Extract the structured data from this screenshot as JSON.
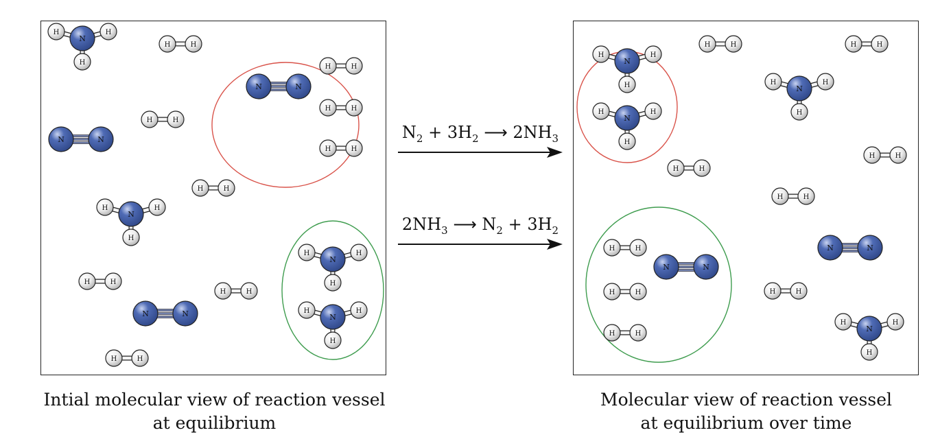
{
  "left_panel": {
    "caption_line1": "Intial molecular view of reaction vessel",
    "caption_line2": "at equilibrium"
  },
  "right_panel": {
    "caption_line1": "Molecular view of reaction vessel",
    "caption_line2": "at equilibrium over time"
  },
  "forward_reaction": {
    "reactant1_coeff": "",
    "reactant1_el": "N",
    "reactant1_sub": "2",
    "plus": "+",
    "reactant2_coeff": "3",
    "reactant2_el": "H",
    "reactant2_sub": "2",
    "product_coeff": "2",
    "product_el": "NH",
    "product_sub": "3"
  },
  "reverse_reaction": {
    "reactant_coeff": "2",
    "reactant_el": "NH",
    "reactant_sub": "3",
    "product1_el": "N",
    "product1_sub": "2",
    "plus": "+",
    "product2_coeff": "3",
    "product2_el": "H",
    "product2_sub": "2"
  },
  "atom_labels": {
    "nitrogen": "N",
    "hydrogen": "H"
  },
  "colors": {
    "nitrogen": "#4f6bb5",
    "hydrogen": "#ececec",
    "reactant_highlight": "#d9534a",
    "product_highlight": "#3e9c4e"
  }
}
